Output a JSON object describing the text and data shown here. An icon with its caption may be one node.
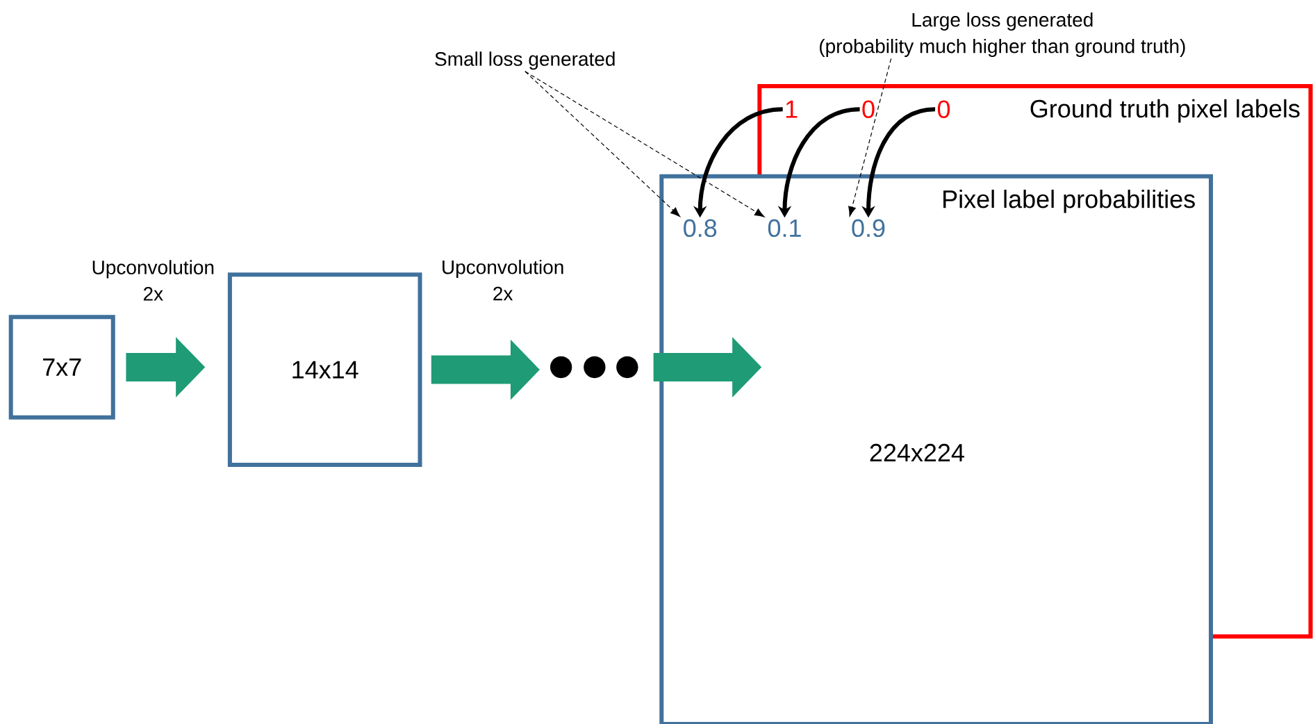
{
  "diagram": {
    "nodes": [
      {
        "text": [
          "7x7"
        ]
      },
      {
        "text": [
          "14x14"
        ]
      },
      {
        "text": [],
        "shape": "circle"
      },
      {
        "text": [],
        "shape": "circle"
      },
      {
        "text": [],
        "shape": "circle"
      },
      {
        "text": [
          "Ground truth pixel labels"
        ]
      },
      {
        "text": [
          "1"
        ],
        "in": 5
      },
      {
        "text": [
          "0"
        ],
        "in": 5
      },
      {
        "text": [
          "0"
        ],
        "in": 5
      },
      {
        "text": [
          "Pixel label probabilities",
          "224x224"
        ]
      },
      {
        "text": [
          "0.8"
        ],
        "in": 9
      },
      {
        "text": [
          "0.1"
        ]
      },
      {
        "text": [
          "0.9"
        ]
      },
      {
        "text": [
          "Small loss generated"
        ]
      },
      {
        "text": [
          "Large loss generated",
          "(probability much higher than ground truth)"
        ]
      }
    ],
    "edges": [
      {
        "from": 0,
        "to": 1,
        "arrow": "to",
        "label": "Upconvolution 2x",
        "style": "thick",
        "color": "#1f9b75"
      },
      {
        "from": 1,
        "to": 2,
        "arrow": "to",
        "label": "Upconvolution 2x",
        "style": "thick",
        "color": "#1f9b75"
      },
      {
        "from": 4,
        "to": 9,
        "arrow": "to",
        "style": "thick",
        "color": "#1f9b75"
      },
      {
        "from": 6,
        "to": 10,
        "arrow": "to"
      },
      {
        "from": 7,
        "to": 11,
        "arrow": "to"
      },
      {
        "from": 8,
        "to": 12,
        "arrow": "to"
      },
      {
        "from": 13,
        "to": 10,
        "arrow": "to",
        "style": "dashed"
      },
      {
        "from": 13,
        "to": 11,
        "arrow": "to",
        "style": "dashed"
      },
      {
        "from": 14,
        "to": 12,
        "arrow": "to",
        "style": "dashed"
      }
    ]
  }
}
